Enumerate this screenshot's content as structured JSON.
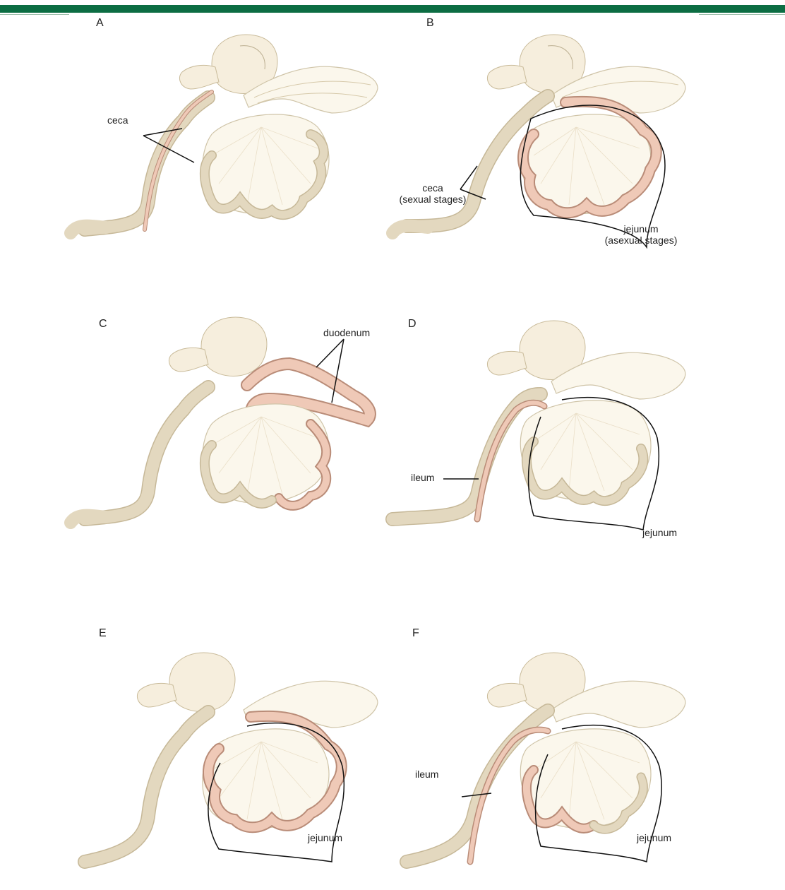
{
  "panels": {
    "a": {
      "letter": "A",
      "label_ceca": "ceca"
    },
    "b": {
      "letter": "B",
      "label_ceca": "ceca",
      "label_ceca_sub": "(sexual stages)",
      "label_jejunum": "jejunum",
      "label_jejunum_sub": "(asexual stages)"
    },
    "c": {
      "letter": "C",
      "label_duodenum": "duodenum"
    },
    "d": {
      "letter": "D",
      "label_ileum": "ileum",
      "label_jejunum": "jejunum"
    },
    "e": {
      "letter": "E",
      "label_jejunum": "jejunum"
    },
    "f": {
      "letter": "F",
      "label_ileum": "ileum",
      "label_jejunum": "jejunum"
    }
  },
  "colors": {
    "header_band": "#0c6d43",
    "highlight": "#f5d9cc",
    "tissue": "#fbf7ec"
  }
}
